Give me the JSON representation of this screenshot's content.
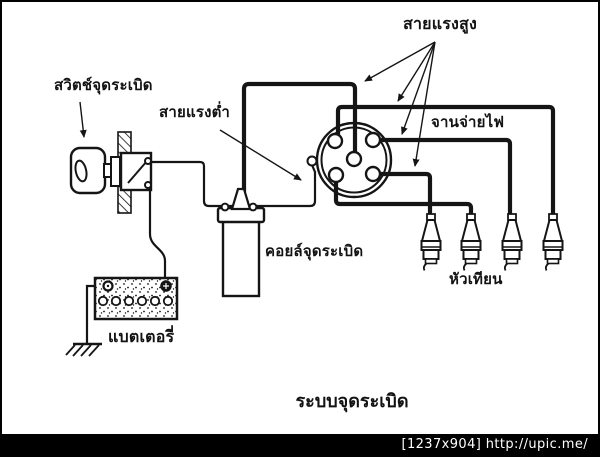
{
  "colors": {
    "ink": "#151515",
    "paper": "#ffffff",
    "watermark_bg": "#000000",
    "watermark_fg": "#ffffff"
  },
  "diagram": {
    "caption": "ระบบจุดระเบิด",
    "labels": {
      "high_voltage_wires": "สายแรงสูง",
      "ignition_switch": "สวิตช์จุดระเบิด",
      "low_voltage_wire": "สายแรงต่ำ",
      "distributor": "จานจ่ายไฟ",
      "ignition_coil": "คอยล์จุดระเบิด",
      "spark_plugs": "หัวเทียน",
      "battery": "แบตเตอรี่"
    }
  },
  "watermark": "[1237x904] http://upic.me/"
}
